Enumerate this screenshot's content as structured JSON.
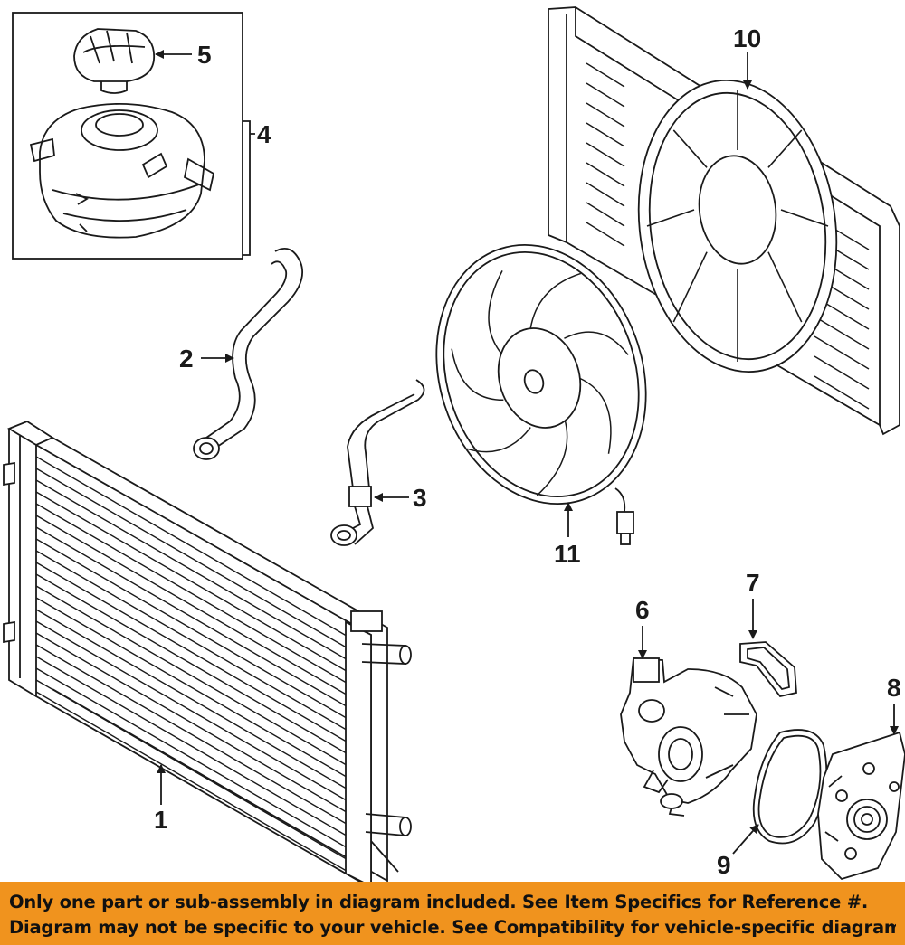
{
  "callouts": {
    "c1": "1",
    "c2": "2",
    "c3": "3",
    "c4": "4",
    "c5": "5",
    "c6": "6",
    "c7": "7",
    "c8": "8",
    "c9": "9",
    "c10": "10",
    "c11": "11"
  },
  "banner": {
    "line1": "Only one part or sub-assembly in diagram included. See Item Specifics for Reference #.",
    "line2": "Diagram may not be specific to your vehicle. See Compatibility for vehicle-specific diagrams."
  },
  "colors": {
    "banner_bg": "#f0931e",
    "line_art": "#1a1a1a"
  }
}
